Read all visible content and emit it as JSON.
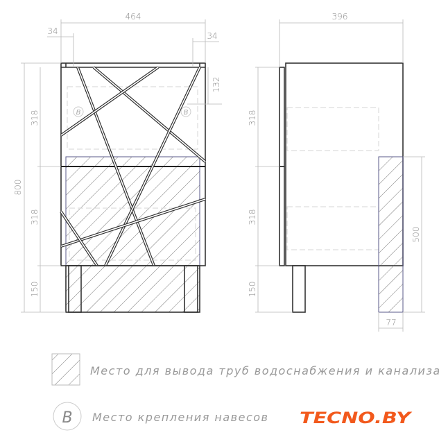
{
  "front_view": {
    "width_label": "464",
    "inset_left_label": "34",
    "inset_right_label": "34",
    "hinge_offset_label": "132",
    "total_height_label": "800",
    "upper_drawer_label": "318",
    "lower_drawer_label": "318",
    "plinth_label": "150",
    "hinge_mark_label": "B"
  },
  "side_view": {
    "depth_label": "396",
    "upper_drawer_label": "318",
    "lower_drawer_label": "318",
    "leg_label": "150",
    "pipe_zone_height_label": "500",
    "pipe_zone_depth_label": "77"
  },
  "legend": {
    "pipe_zone_text": "Место для вывода труб водоснабжения и канализации",
    "hinge_symbol": "B",
    "hinge_text": "Место крепления навесов"
  },
  "logo": {
    "text": "TECNO.BY",
    "color": "#f2591c"
  }
}
